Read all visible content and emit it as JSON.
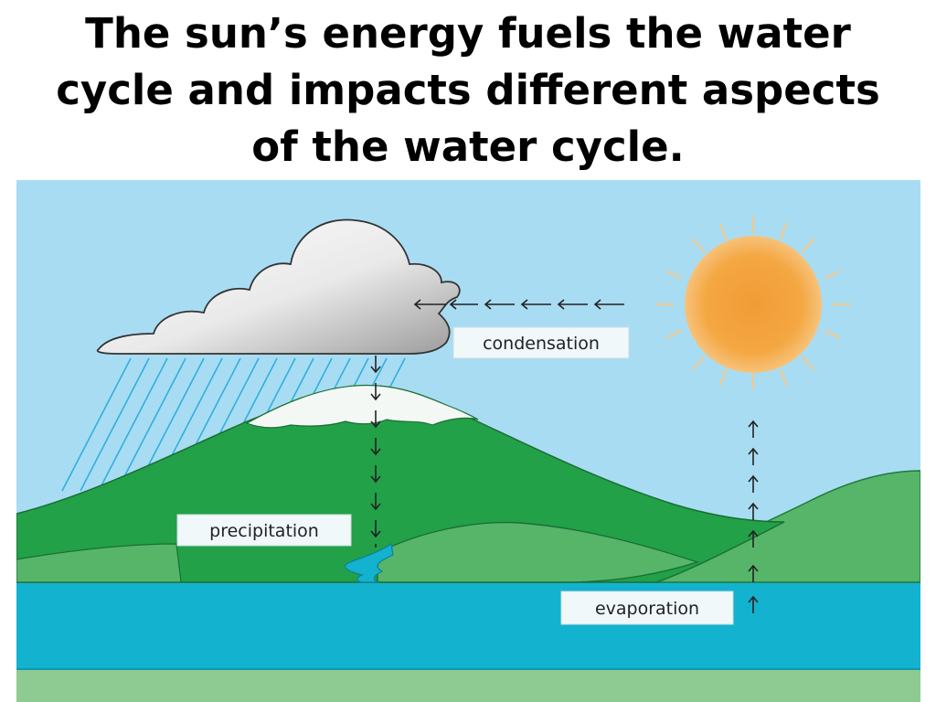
{
  "slide": {
    "title_line1": "The sun’s energy fuels the water",
    "title_line2": "cycle and impacts different aspects",
    "title_line3": "of the water cycle."
  },
  "diagram": {
    "labels": {
      "condensation": "condensation",
      "precipitation": "precipitation",
      "evaporation": "evaporation"
    },
    "icons": [
      "cloud-icon",
      "sun-icon",
      "rain-icon",
      "mountain-icon"
    ],
    "colors": {
      "sky": "#a8dcf3",
      "dark_green": "#22a148",
      "light_green": "#57b56a",
      "water": "#13b2cf",
      "ground": "#8dcb92",
      "sun": "#f2a33c",
      "rain": "#2fb0dc"
    }
  }
}
